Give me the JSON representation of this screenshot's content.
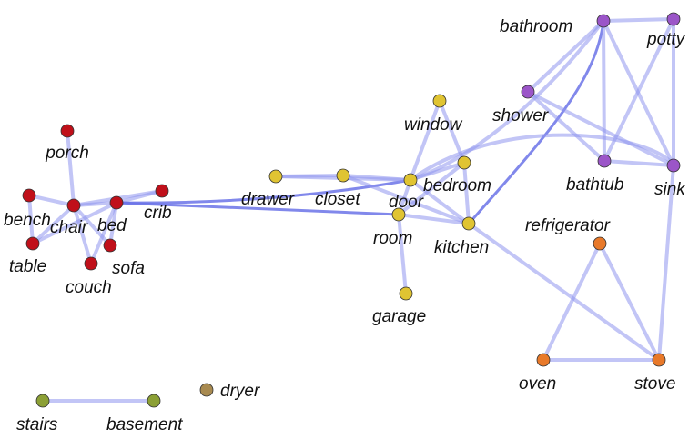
{
  "colors": {
    "red": "#c0101a",
    "yellow": "#e0c432",
    "purple": "#9b55c8",
    "orange": "#e8792a",
    "green": "#8ca035",
    "brown": "#a88a50",
    "edge": "#8f96ee"
  },
  "nodes": [
    {
      "id": "porch",
      "label": "porch",
      "group": "red"
    },
    {
      "id": "bench",
      "label": "bench",
      "group": "red"
    },
    {
      "id": "chair",
      "label": "chair",
      "group": "red"
    },
    {
      "id": "bed",
      "label": "bed",
      "group": "red"
    },
    {
      "id": "crib",
      "label": "crib",
      "group": "red"
    },
    {
      "id": "table",
      "label": "table",
      "group": "red"
    },
    {
      "id": "couch",
      "label": "couch",
      "group": "red"
    },
    {
      "id": "sofa",
      "label": "sofa",
      "group": "red"
    },
    {
      "id": "drawer",
      "label": "drawer",
      "group": "yellow"
    },
    {
      "id": "closet",
      "label": "closet",
      "group": "yellow"
    },
    {
      "id": "door",
      "label": "door",
      "group": "yellow"
    },
    {
      "id": "window",
      "label": "window",
      "group": "yellow"
    },
    {
      "id": "bedroom",
      "label": "bedroom",
      "group": "yellow"
    },
    {
      "id": "room",
      "label": "room",
      "group": "yellow"
    },
    {
      "id": "kitchen",
      "label": "kitchen",
      "group": "yellow"
    },
    {
      "id": "garage",
      "label": "garage",
      "group": "yellow"
    },
    {
      "id": "bathroom",
      "label": "bathroom",
      "group": "purple"
    },
    {
      "id": "potty",
      "label": "potty",
      "group": "purple"
    },
    {
      "id": "shower",
      "label": "shower",
      "group": "purple"
    },
    {
      "id": "bathtub",
      "label": "bathtub",
      "group": "purple"
    },
    {
      "id": "sink",
      "label": "sink",
      "group": "purple"
    },
    {
      "id": "refrigerator",
      "label": "refrigerator",
      "group": "orange"
    },
    {
      "id": "oven",
      "label": "oven",
      "group": "orange"
    },
    {
      "id": "stove",
      "label": "stove",
      "group": "orange"
    },
    {
      "id": "stairs",
      "label": "stairs",
      "group": "green"
    },
    {
      "id": "basement",
      "label": "basement",
      "group": "green"
    },
    {
      "id": "dryer",
      "label": "dryer",
      "group": "brown"
    }
  ],
  "edges": [
    {
      "source": "porch",
      "target": "chair"
    },
    {
      "source": "bench",
      "target": "chair"
    },
    {
      "source": "bench",
      "target": "table"
    },
    {
      "source": "chair",
      "target": "bed"
    },
    {
      "source": "chair",
      "target": "table"
    },
    {
      "source": "chair",
      "target": "couch"
    },
    {
      "source": "chair",
      "target": "sofa"
    },
    {
      "source": "bed",
      "target": "crib"
    },
    {
      "source": "bed",
      "target": "couch"
    },
    {
      "source": "bed",
      "target": "sofa"
    },
    {
      "source": "bed",
      "target": "room",
      "strong": true
    },
    {
      "source": "chair",
      "target": "crib"
    },
    {
      "source": "table",
      "target": "bed"
    },
    {
      "source": "bed",
      "target": "door",
      "strong": true
    },
    {
      "source": "drawer",
      "target": "closet"
    },
    {
      "source": "closet",
      "target": "door"
    },
    {
      "source": "closet",
      "target": "kitchen"
    },
    {
      "source": "drawer",
      "target": "door"
    },
    {
      "source": "door",
      "target": "window"
    },
    {
      "source": "door",
      "target": "bedroom"
    },
    {
      "source": "door",
      "target": "room"
    },
    {
      "source": "door",
      "target": "kitchen"
    },
    {
      "source": "window",
      "target": "bedroom"
    },
    {
      "source": "bedroom",
      "target": "kitchen"
    },
    {
      "source": "bedroom",
      "target": "room"
    },
    {
      "source": "room",
      "target": "kitchen"
    },
    {
      "source": "room",
      "target": "garage"
    },
    {
      "source": "kitchen",
      "target": "bathroom",
      "strong": true
    },
    {
      "source": "kitchen",
      "target": "stove"
    },
    {
      "source": "door",
      "target": "bathroom"
    },
    {
      "source": "door",
      "target": "sink"
    },
    {
      "source": "bathroom",
      "target": "potty"
    },
    {
      "source": "bathroom",
      "target": "shower"
    },
    {
      "source": "bathroom",
      "target": "bathtub"
    },
    {
      "source": "bathroom",
      "target": "sink"
    },
    {
      "source": "potty",
      "target": "bathtub"
    },
    {
      "source": "potty",
      "target": "sink"
    },
    {
      "source": "shower",
      "target": "bathtub"
    },
    {
      "source": "shower",
      "target": "sink"
    },
    {
      "source": "bathtub",
      "target": "sink"
    },
    {
      "source": "sink",
      "target": "stove"
    },
    {
      "source": "refrigerator",
      "target": "oven"
    },
    {
      "source": "refrigerator",
      "target": "stove"
    },
    {
      "source": "oven",
      "target": "stove"
    },
    {
      "source": "stairs",
      "target": "basement"
    }
  ]
}
